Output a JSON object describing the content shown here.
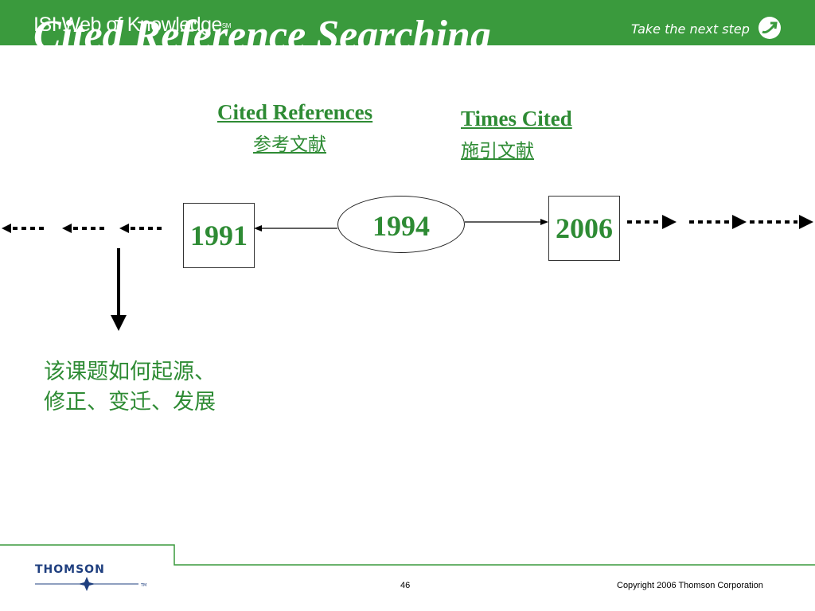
{
  "header": {
    "title": "Cited Reference Searching",
    "brand": "ISI Web of Knowledge",
    "brand_mark": "SM",
    "tagline": "Take the next step"
  },
  "labels": {
    "cited_references": "Cited References",
    "cited_references_cn": "参考文献",
    "times_cited": "Times Cited",
    "times_cited_cn": "施引文献"
  },
  "years": {
    "past": "1991",
    "focus": "1994",
    "future": "2006"
  },
  "description": {
    "line1": "该课题如何起源、",
    "line2": "修正、变迁、发展"
  },
  "footer": {
    "logo": "THOMSON",
    "trademark": "TM",
    "page_number": "46",
    "copyright": "Copyright 2006 Thomson Corporation"
  },
  "colors": {
    "header_bg": "#3a9a3d",
    "accent_green": "#2e8b34",
    "footer_line": "#3a9a3d",
    "logo_blue": "#1f3f7f"
  }
}
